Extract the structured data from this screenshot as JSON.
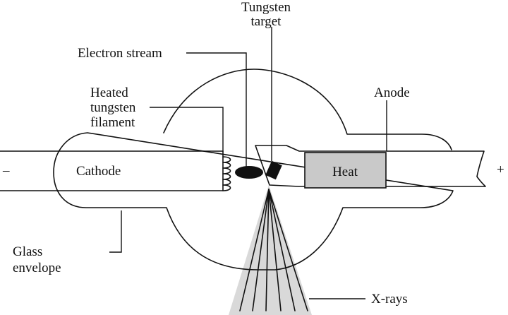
{
  "labels": {
    "tungsten_target_line1": "Tungsten",
    "tungsten_target_line2": "target",
    "electron_stream": "Electron stream",
    "heated_line1": "Heated",
    "heated_line2": "tungsten",
    "heated_line3": "filament",
    "anode": "Anode",
    "cathode": "Cathode",
    "heat": "Heat",
    "glass_line1": "Glass",
    "glass_line2": "envelope",
    "xrays": "X-rays",
    "minus": "–",
    "plus": "+"
  }
}
